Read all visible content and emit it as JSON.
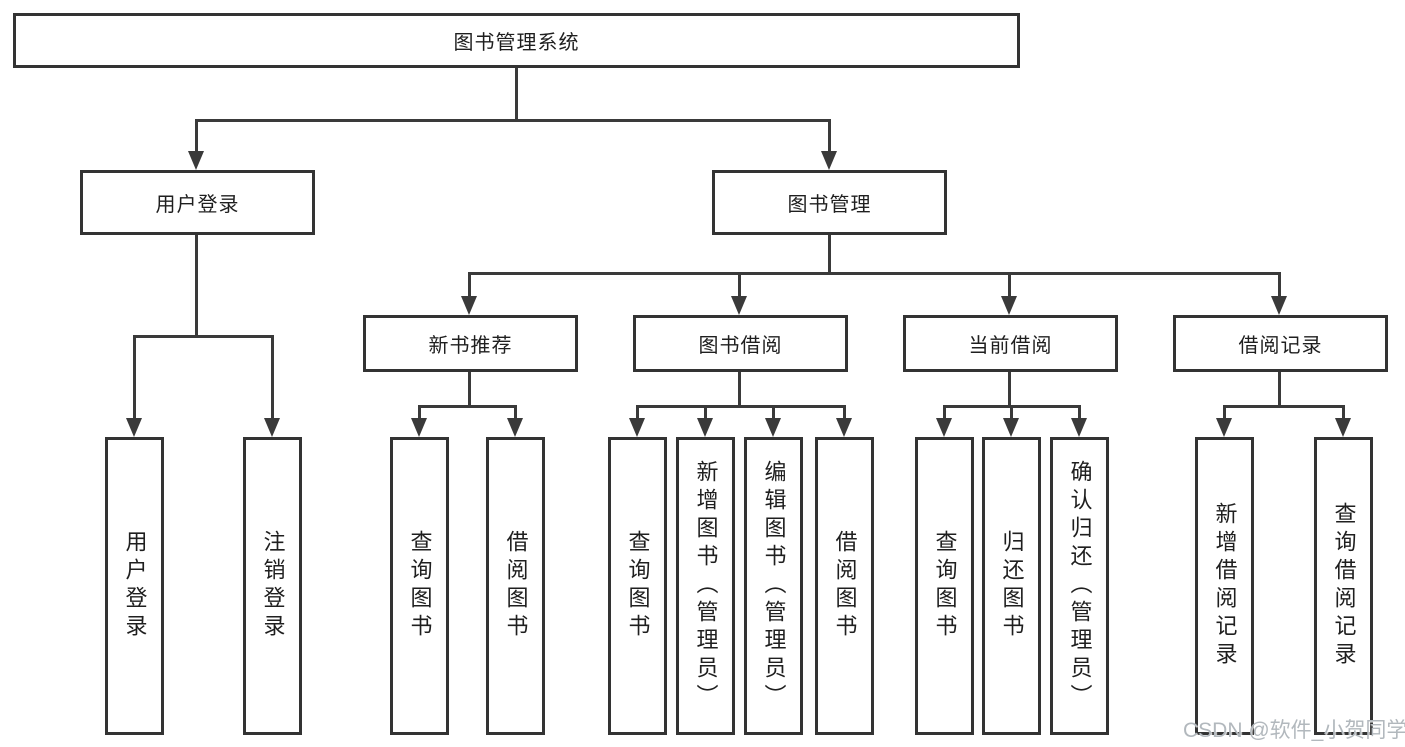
{
  "tree": {
    "root": {
      "label": "图书管理系统"
    },
    "branches": [
      {
        "label": "用户登录",
        "leaves": [
          {
            "label": "用户登录"
          },
          {
            "label": "注销登录"
          }
        ]
      },
      {
        "label": "图书管理",
        "children": [
          {
            "label": "新书推荐",
            "leaves": [
              {
                "label": "查询图书"
              },
              {
                "label": "借阅图书"
              }
            ]
          },
          {
            "label": "图书借阅",
            "leaves": [
              {
                "label": "查询图书"
              },
              {
                "label": "新增图书（管理员）"
              },
              {
                "label": "编辑图书（管理员）"
              },
              {
                "label": "借阅图书"
              }
            ]
          },
          {
            "label": "当前借阅",
            "leaves": [
              {
                "label": "查询图书"
              },
              {
                "label": "归还图书"
              },
              {
                "label": "确认归还（管理员）"
              }
            ]
          },
          {
            "label": "借阅记录",
            "leaves": [
              {
                "label": "新增借阅记录"
              },
              {
                "label": "查询借阅记录"
              }
            ]
          }
        ]
      }
    ]
  },
  "watermark": {
    "text": "CSDN @软件_小贺同学"
  },
  "colors": {
    "background": "#ffffff",
    "box_border": "#333333",
    "connector_line": "#3a3a3a",
    "text": "#1f1f1f",
    "watermark": "#b2b8bd"
  }
}
